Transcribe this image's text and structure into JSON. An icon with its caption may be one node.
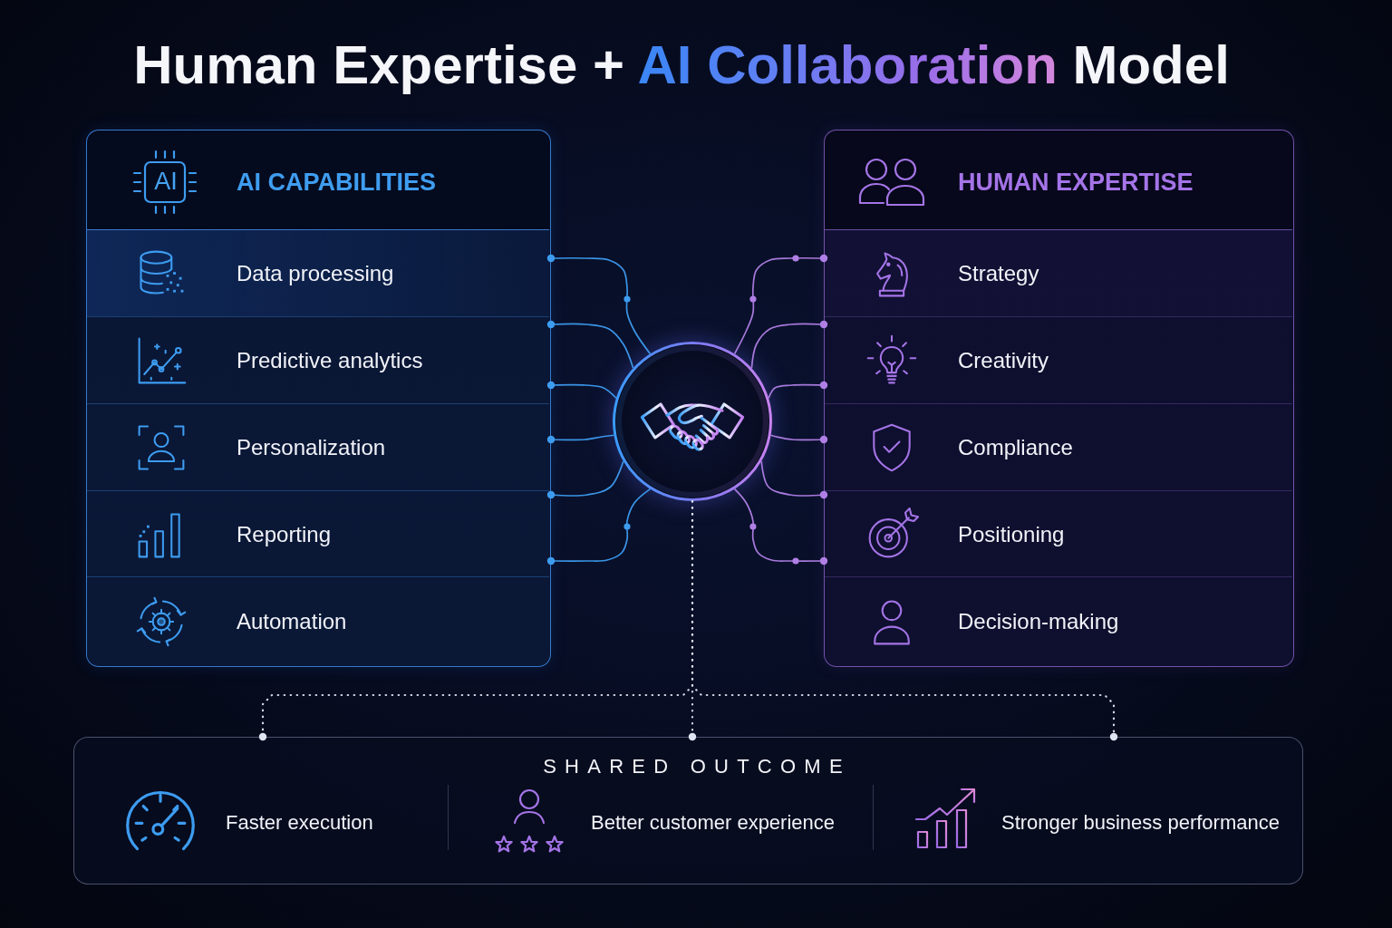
{
  "diagram": {
    "title": "Human Expertise + AI Collaboration Model",
    "nodes": [
      {
        "text": [
          "AI CAPABILITIES"
        ]
      },
      {
        "text": [
          "Data processing"
        ],
        "in": 0
      },
      {
        "text": [
          "Predictive analytics"
        ],
        "in": 0
      },
      {
        "text": [
          "Personalization"
        ],
        "in": 0
      },
      {
        "text": [
          "Reporting"
        ],
        "in": 0
      },
      {
        "text": [
          "Automation"
        ],
        "in": 0
      },
      {
        "text": [
          "HUMAN EXPERTISE"
        ]
      },
      {
        "text": [
          "Strategy"
        ],
        "in": 6
      },
      {
        "text": [
          "Creativity"
        ],
        "in": 6
      },
      {
        "text": [
          "Compliance"
        ],
        "in": 6
      },
      {
        "text": [
          "Positioning"
        ],
        "in": 6
      },
      {
        "text": [
          "Decision-making"
        ],
        "in": 6
      },
      {
        "text": [],
        "shape": "circle"
      },
      {
        "text": [
          "SHARED OUTCOME",
          "Faster execution",
          "Better customer experience",
          "Stronger business performance"
        ]
      }
    ],
    "edges": [
      {
        "from": 12,
        "to": 0,
        "arrow": "other"
      },
      {
        "from": 12,
        "to": 0,
        "arrow": "other"
      },
      {
        "from": 12,
        "to": 0,
        "arrow": "other"
      },
      {
        "from": 12,
        "to": 0,
        "arrow": "other"
      },
      {
        "from": 12,
        "to": 0,
        "arrow": "other"
      },
      {
        "from": 12,
        "to": 0,
        "arrow": "other"
      },
      {
        "from": 12,
        "to": 6,
        "arrow": "other",
        "color": "#b07fe6"
      },
      {
        "from": 12,
        "to": 6,
        "arrow": "other",
        "color": "#b07fe6"
      },
      {
        "from": 12,
        "to": 6,
        "arrow": "other",
        "color": "#b07fe6"
      },
      {
        "from": 12,
        "to": 6,
        "arrow": "other",
        "color": "#b07fe6"
      },
      {
        "from": 12,
        "to": 6,
        "arrow": "other",
        "color": "#b07fe6"
      },
      {
        "from": 12,
        "to": 6,
        "arrow": "other",
        "color": "#b07fe6"
      },
      {
        "from": 12,
        "to": 13,
        "arrow": "other",
        "style": "dashed",
        "color": "#dfe3f2"
      },
      {
        "from": 12,
        "to": 13,
        "arrow": "other",
        "style": "dashed",
        "color": "#dfe3f2"
      },
      {
        "from": 12,
        "to": 13,
        "arrow": "other",
        "style": "dashed",
        "color": "#dfe3f2"
      }
    ],
    "labels": [
      "AI"
    ]
  }
}
